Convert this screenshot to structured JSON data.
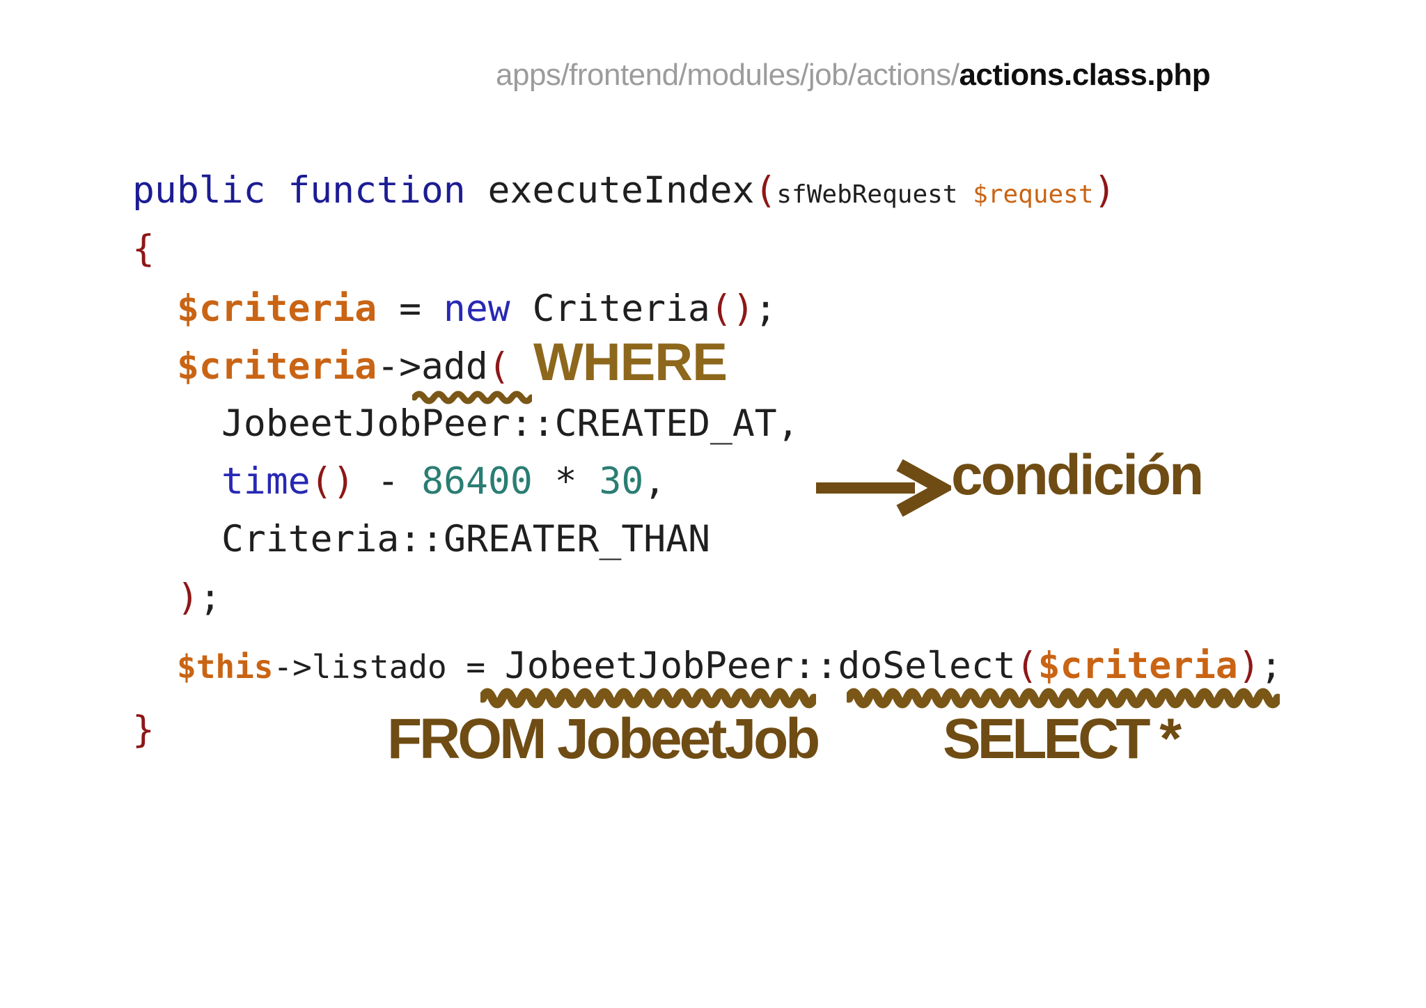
{
  "header": {
    "path": "apps/frontend/modules/job/actions/",
    "file": "actions.class.php"
  },
  "annotations": {
    "where": "WHERE",
    "condition": "condición",
    "from": "FROM JobeetJob",
    "select": "SELECT *"
  },
  "colors": {
    "keyword": "#1c1c94",
    "builtin": "#2828b4",
    "variable": "#c96414",
    "number": "#2a7d72",
    "bracket": "#8e1717",
    "code-text": "#1f1f1f",
    "path-gray": "#9c9c9c",
    "brown": "#6f4c14",
    "gold": "#8d671c",
    "wave": "#7a5617"
  },
  "code_lines": [
    {
      "indent": 0,
      "segments": [
        {
          "t": "public function ",
          "c": "kw"
        },
        {
          "t": "executeIndex",
          "c": "pl"
        },
        {
          "t": "(",
          "c": "br"
        },
        {
          "t": "sfWebRequest ",
          "c": "pl",
          "s": "sm"
        },
        {
          "t": "$request",
          "c": "varr",
          "s": "sm"
        },
        {
          "t": ")",
          "c": "br"
        }
      ]
    },
    {
      "indent": 0,
      "segments": [
        {
          "t": "{",
          "c": "br"
        }
      ]
    },
    {
      "indent": 1,
      "segments": [
        {
          "t": "$criteria",
          "c": "var"
        },
        {
          "t": " = ",
          "c": "pl"
        },
        {
          "t": "new",
          "c": "kw2"
        },
        {
          "t": " Criteria",
          "c": "pl"
        },
        {
          "t": "()",
          "c": "br"
        },
        {
          "t": ";",
          "c": "pl"
        }
      ]
    },
    {
      "indent": 1,
      "segments": [
        {
          "t": "$criteria",
          "c": "var"
        },
        {
          "t": "->add",
          "c": "pl"
        },
        {
          "t": "(",
          "c": "br"
        }
      ]
    },
    {
      "indent": 2,
      "segments": [
        {
          "t": "JobeetJobPeer::CREATED_AT,",
          "c": "pl"
        }
      ]
    },
    {
      "indent": 2,
      "segments": [
        {
          "t": "time",
          "c": "kw2"
        },
        {
          "t": "()",
          "c": "br"
        },
        {
          "t": " - ",
          "c": "pl"
        },
        {
          "t": "86400",
          "c": "num"
        },
        {
          "t": " * ",
          "c": "pl"
        },
        {
          "t": "30",
          "c": "num"
        },
        {
          "t": ",",
          "c": "pl"
        }
      ]
    },
    {
      "indent": 2,
      "segments": [
        {
          "t": "Criteria::GREATER_THAN",
          "c": "pl"
        }
      ]
    },
    {
      "indent": 1,
      "segments": [
        {
          "t": ")",
          "c": "br"
        },
        {
          "t": ";",
          "c": "pl"
        }
      ]
    },
    {
      "indent": 1,
      "segments": [
        {
          "t": "$this",
          "c": "var",
          "s": "md"
        },
        {
          "t": "->listado = ",
          "c": "pl",
          "s": "md"
        },
        {
          "t": "JobeetJobPeer::doSelect",
          "c": "pl"
        },
        {
          "t": "(",
          "c": "br"
        },
        {
          "t": "$criteria",
          "c": "var"
        },
        {
          "t": ")",
          "c": "br"
        },
        {
          "t": ";",
          "c": "pl"
        }
      ]
    },
    {
      "indent": 0,
      "segments": [
        {
          "t": "}",
          "c": "br"
        }
      ]
    }
  ]
}
